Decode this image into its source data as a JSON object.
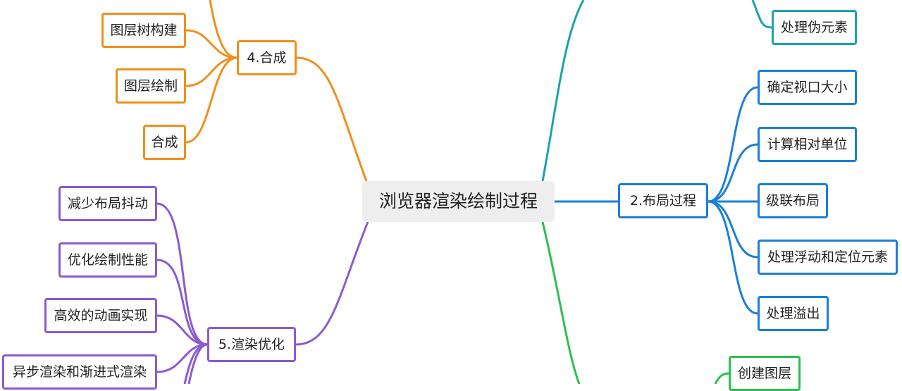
{
  "root": {
    "label": "浏览器渲染绘制过程"
  },
  "branches": {
    "composite": {
      "label": "4.合成",
      "color": "#ef8f1c",
      "children": [
        "图层树构建",
        "图层绘制",
        "合成"
      ]
    },
    "optimization": {
      "label": "5.渲染优化",
      "color": "#8a5bd0",
      "children": [
        "减少布局抖动",
        "优化绘制性能",
        "高效的动画实现",
        "异步渲染和渐进式渲染"
      ]
    },
    "layout": {
      "label": "2.布局过程",
      "color": "#1b7fd4",
      "children": [
        "确定视口大小",
        "计算相对单位",
        "级联布局",
        "处理浮动和定位元素",
        "处理溢出"
      ]
    },
    "style": {
      "color": "#1aa3ad",
      "children": [
        "处理伪元素"
      ]
    },
    "layering": {
      "color": "#2bbf4e",
      "children": [
        "创建图层"
      ]
    }
  }
}
